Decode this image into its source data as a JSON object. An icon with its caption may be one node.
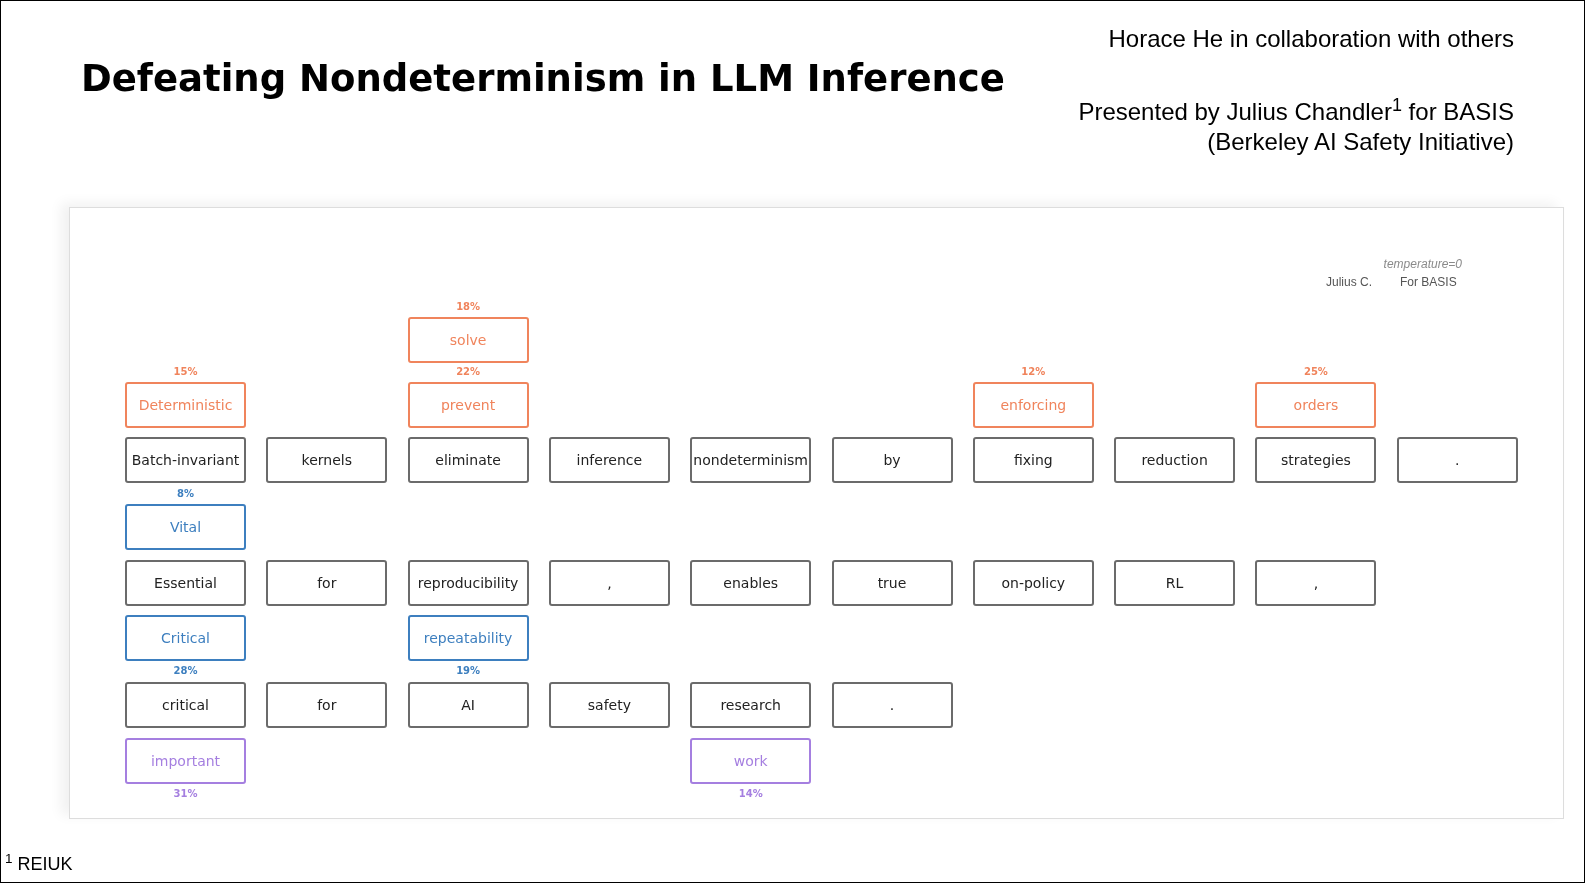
{
  "diagram": {
    "title": "Defeating Nondeterminism in LLM Inference",
    "nodes": [
      {
        "text": [
          "solve"
        ],
        "beside": [
          "18%"
        ]
      },
      {
        "text": [
          "Deterministic"
        ],
        "beside": [
          "15%"
        ]
      },
      {
        "text": [
          "prevent"
        ],
        "beside": [
          "22%"
        ]
      },
      {
        "text": [
          "enforcing"
        ],
        "beside": [
          "12%"
        ]
      },
      {
        "text": [
          "orders"
        ],
        "beside": [
          "25%"
        ]
      },
      {
        "text": [
          "Batch-invariant"
        ]
      },
      {
        "text": [
          "kernels"
        ]
      },
      {
        "text": [
          "eliminate"
        ]
      },
      {
        "text": [
          "inference"
        ]
      },
      {
        "text": [
          "nondeterminism"
        ]
      },
      {
        "text": [
          "by"
        ]
      },
      {
        "text": [
          "fixing"
        ]
      },
      {
        "text": [
          "reduction"
        ]
      },
      {
        "text": [
          "strategies"
        ]
      },
      {
        "text": [
          "."
        ]
      },
      {
        "text": [
          "Vital"
        ],
        "beside": [
          "8%"
        ]
      },
      {
        "text": [
          "Essential"
        ]
      },
      {
        "text": [
          "for"
        ]
      },
      {
        "text": [
          "reproducibility"
        ]
      },
      {
        "text": [
          ","
        ]
      },
      {
        "text": [
          "enables"
        ]
      },
      {
        "text": [
          "true"
        ]
      },
      {
        "text": [
          "on-policy"
        ]
      },
      {
        "text": [
          "RL"
        ]
      },
      {
        "text": [
          ","
        ]
      },
      {
        "text": [
          "Critical"
        ],
        "beside": [
          "28%"
        ]
      },
      {
        "text": [
          "repeatability"
        ],
        "beside": [
          "19%"
        ]
      },
      {
        "text": [
          "critical"
        ]
      },
      {
        "text": [
          "for"
        ]
      },
      {
        "text": [
          "AI"
        ]
      },
      {
        "text": [
          "safety"
        ]
      },
      {
        "text": [
          "research"
        ]
      },
      {
        "text": [
          "."
        ]
      },
      {
        "text": [
          "important"
        ],
        "beside": [
          "31%"
        ]
      },
      {
        "text": [
          "work"
        ],
        "beside": [
          "14%"
        ]
      }
    ],
    "labels": [
      "Horace He in collaboration with others",
      "Presented by Julius Chandler$^{1}$ for BASIS (Berkeley AI Safety Initiative)",
      "temperature=0",
      "Julius C.",
      "For BASIS",
      "$^{1}$ REIUK"
    ]
  }
}
